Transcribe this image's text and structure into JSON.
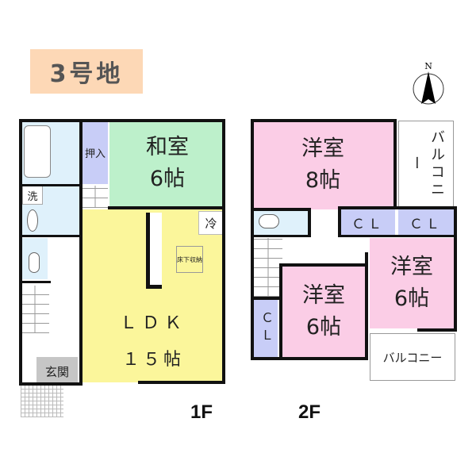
{
  "title": {
    "lot_label": "3号地",
    "badge_color": "#fdd8b6"
  },
  "compass": {
    "label": "N"
  },
  "floor1": {
    "label": "1F",
    "rooms": {
      "washitsu": {
        "name": "和室",
        "size": "6帖",
        "color": "#bdf0cb"
      },
      "oshiire": {
        "name": "押入",
        "color": "#c8cdf7"
      },
      "ldk": {
        "name": "ＬＤＫ",
        "size": "１５帖",
        "color": "#fbf69b"
      },
      "refrigerator": {
        "name": "冷"
      },
      "underfloor_storage": {
        "name": "床下収納"
      },
      "washroom": {
        "name": "洗"
      },
      "entrance": {
        "name": "玄関",
        "color": "#c6c6c6"
      }
    }
  },
  "floor2": {
    "label": "2F",
    "rooms": {
      "western8": {
        "name": "洋室",
        "size": "8帖",
        "color": "#fbcde6"
      },
      "western6a": {
        "name": "洋室",
        "size": "6帖",
        "color": "#fbcde6"
      },
      "western6b": {
        "name": "洋室",
        "size": "6帖",
        "color": "#fbcde6"
      },
      "closet1": {
        "name": "ＣＬ",
        "color": "#c8cdf7"
      },
      "closet2": {
        "name": "ＣＬ",
        "color": "#c8cdf7"
      },
      "closet3": {
        "name": "ＣＬ",
        "color": "#c8cdf7"
      },
      "balcony_top": {
        "name": "バルコニー"
      },
      "balcony_bottom": {
        "name": "バルコニー"
      }
    }
  }
}
